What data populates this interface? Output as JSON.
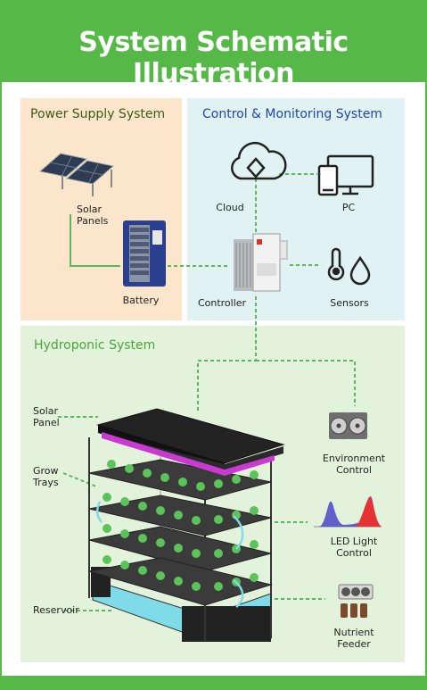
{
  "header": {
    "title": "System Schematic Illustration"
  },
  "power": {
    "title": "Power Supply System",
    "solar_panels": "Solar\nPanels",
    "battery": "Battery"
  },
  "control": {
    "title": "Control & Monitoring System",
    "cloud": "Cloud",
    "pc": "PC",
    "controller": "Controller",
    "sensors": "Sensors"
  },
  "hydro": {
    "title": "Hydroponic System",
    "solar_panel": "Solar\nPanel",
    "grow_trays": "Grow\nTrays",
    "reservoir": "Reservoir",
    "environment_control": "Environment\nControl",
    "led_light_control": "LED Light\nControl",
    "nutrient_feeder": "Nutrient\nFeeder"
  },
  "colors": {
    "brand_green": "#56b947",
    "power_bg": "#fbe6cb",
    "control_bg": "#e0f3f2",
    "hydro_bg": "#e3f2da",
    "connector": "#5cb85c",
    "title_blue": "#2244aa",
    "title_green": "#4aa63c"
  }
}
